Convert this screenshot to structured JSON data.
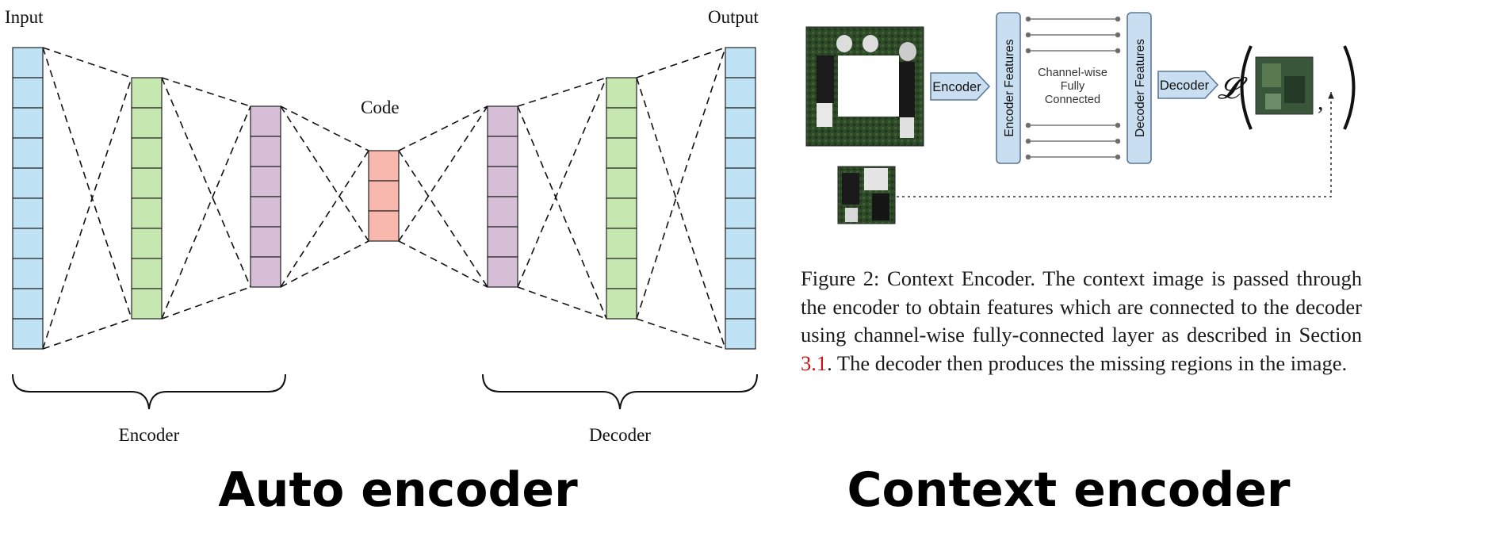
{
  "autoencoder": {
    "input_label": "Input",
    "output_label": "Output",
    "code_label": "Code",
    "encoder_label": "Encoder",
    "decoder_label": "Decoder",
    "title": "Auto encoder",
    "colors": {
      "input_output": "#bfe3f5",
      "layer2": "#c6e8b0",
      "layer3": "#d6bfd6",
      "code": "#f9b8ad"
    }
  },
  "context_encoder": {
    "encoder_box": "Encoder",
    "encoder_features": "Encoder Features",
    "channel_wise": [
      "Channel-wise",
      "Fully",
      "Connected"
    ],
    "decoder_features": "Decoder Features",
    "decoder_box": "Decoder",
    "loss_symbol": "𝓛",
    "caption": {
      "before_ref": "Figure 2: Context Encoder. The context image is passed through the encoder to obtain features which are connected to the decoder using channel-wise fully-connected layer as described in Section ",
      "ref": "3.1",
      "after_ref": ". The decoder then produces the missing regions in the image."
    },
    "title": "Context encoder",
    "colors": {
      "box_fill": "#c9def0",
      "box_stroke": "#5b7896",
      "ref": "#d01010"
    }
  }
}
